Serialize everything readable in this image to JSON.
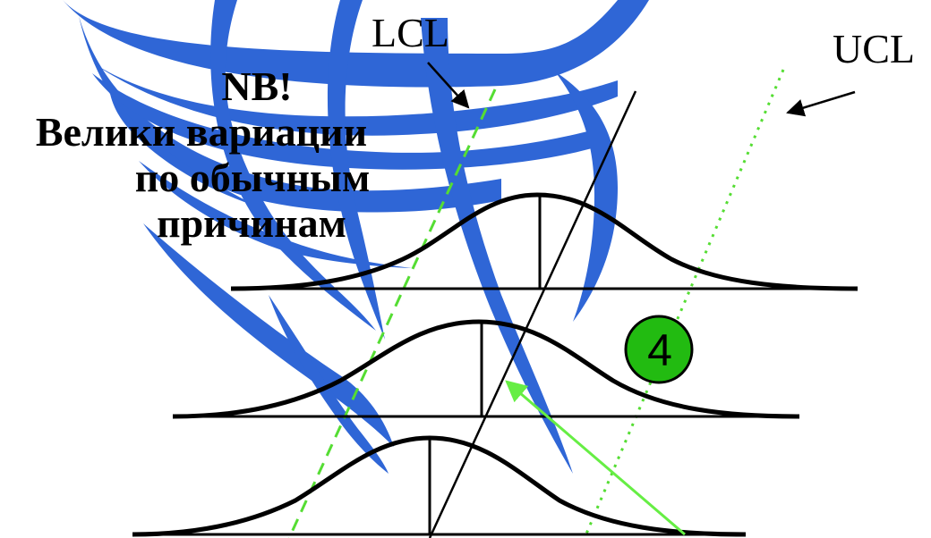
{
  "labels": {
    "lcl": "LCL",
    "ucl": "UCL"
  },
  "note": {
    "line1": "NB!",
    "line2": "Велики вариации",
    "line3": "по обычным",
    "line4": "причинам"
  },
  "badge": {
    "number": "4"
  },
  "colors": {
    "globe": "#2f66d6",
    "limit_lines": "#55dd33",
    "pointer_arrow": "#66ee44",
    "badge_fill": "#22bb11",
    "ink": "#000000"
  },
  "icons": {
    "background": "globe-logo-icon",
    "lcl_pointer": "arrow-icon",
    "ucl_pointer": "arrow-icon",
    "green_pointer": "arrow-icon"
  }
}
